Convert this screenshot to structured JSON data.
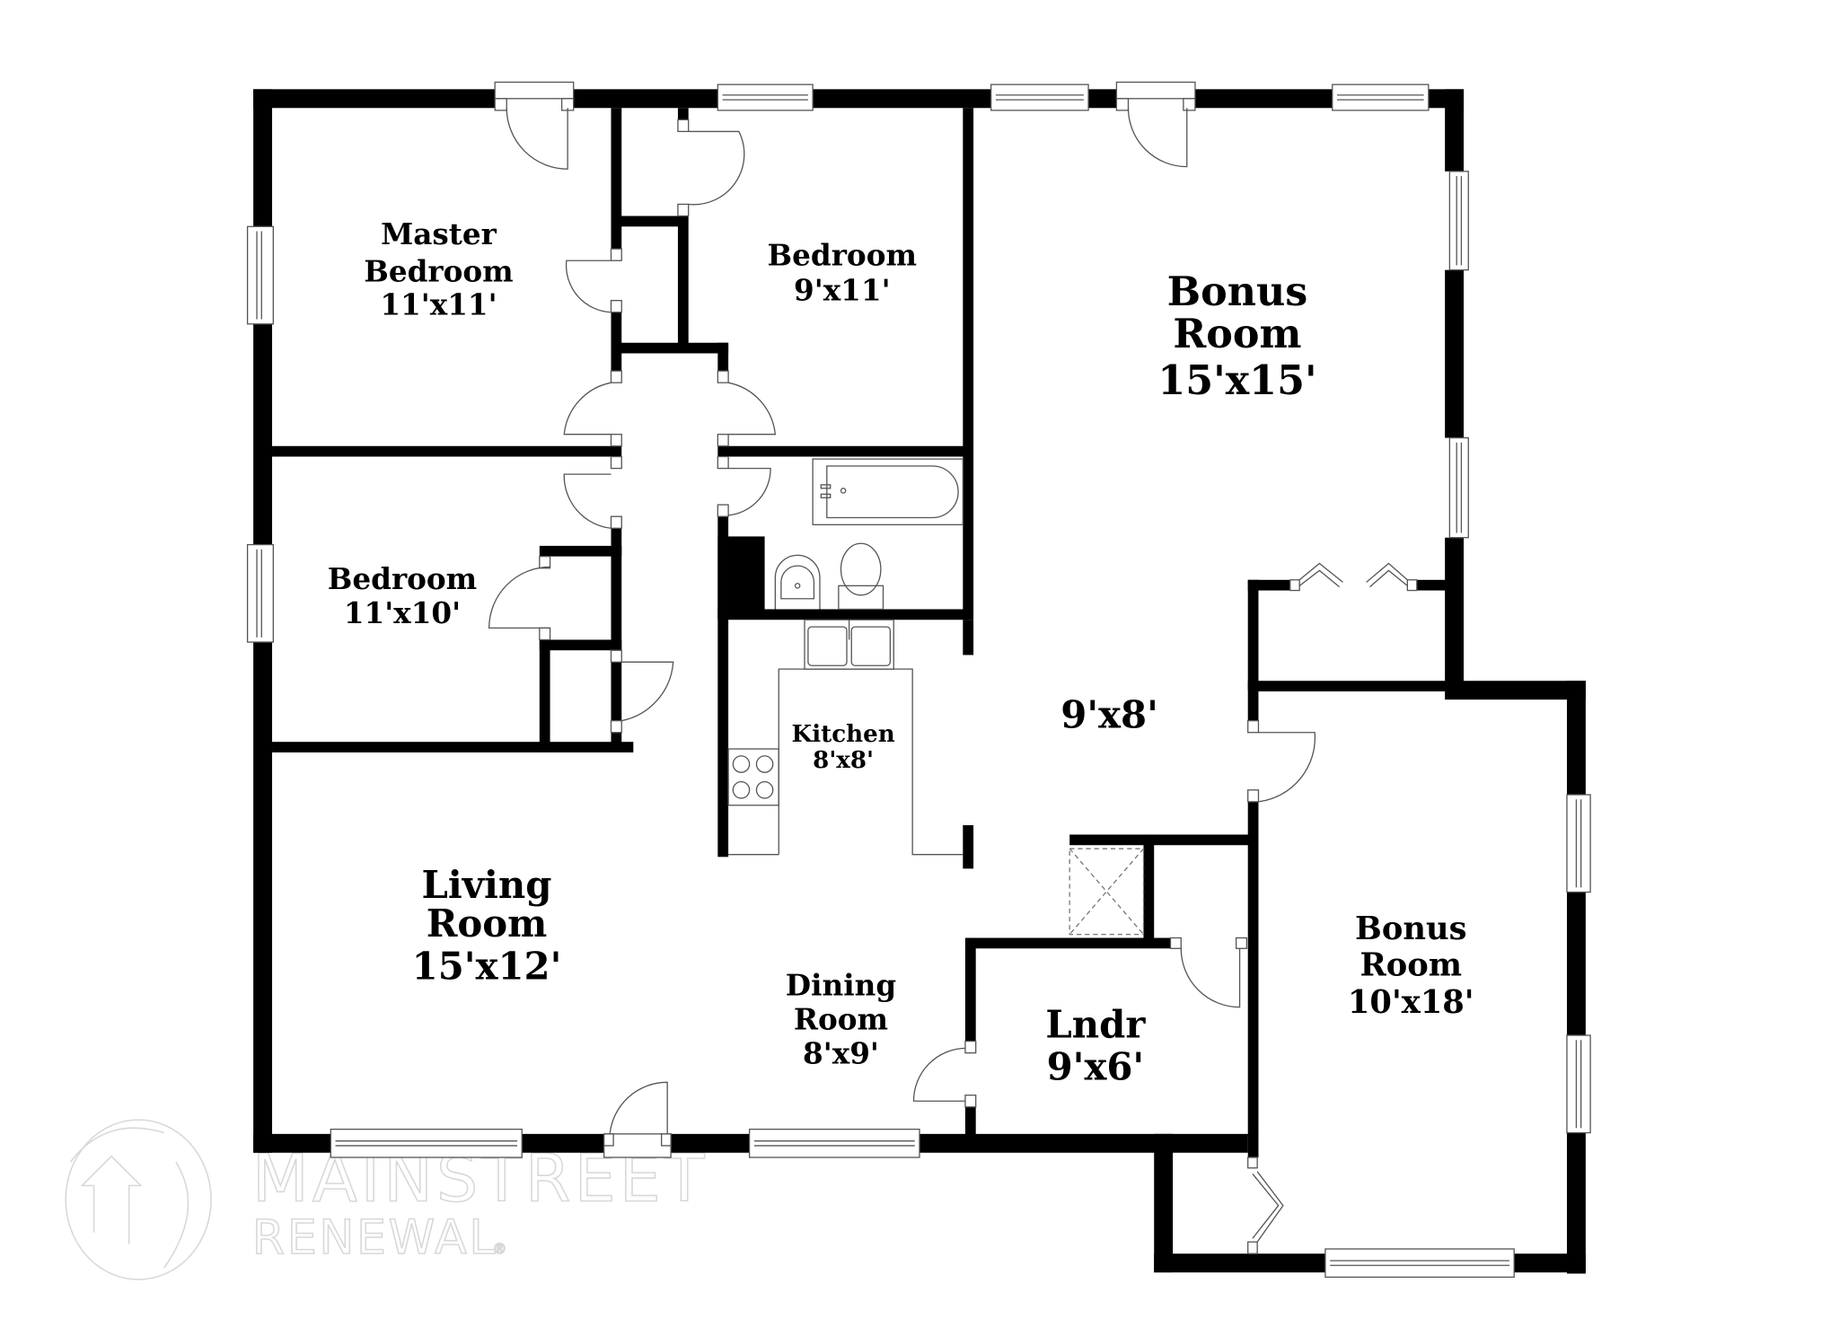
{
  "floorplan": {
    "rooms": [
      {
        "id": "master-bedroom",
        "lines": [
          "Master",
          "Bedroom",
          "11'x11'"
        ],
        "size": "11'x11'"
      },
      {
        "id": "bedroom-2",
        "lines": [
          "Bedroom",
          "9'x11'"
        ],
        "size": "9'x11'"
      },
      {
        "id": "bonus-room-1",
        "lines": [
          "Bonus",
          "Room",
          "15'x15'"
        ],
        "size": "15'x15'"
      },
      {
        "id": "bedroom-3",
        "lines": [
          "Bedroom",
          "11'x10'"
        ],
        "size": "11'x10'"
      },
      {
        "id": "kitchen",
        "lines": [
          "Kitchen",
          "8'x8'"
        ],
        "size": "8'x8'"
      },
      {
        "id": "hall-area",
        "lines": [
          "9'x8'"
        ],
        "size": "9'x8'"
      },
      {
        "id": "living-room",
        "lines": [
          "Living",
          "Room",
          "15'x12'"
        ],
        "size": "15'x12'"
      },
      {
        "id": "dining-room",
        "lines": [
          "Dining",
          "Room",
          "8'x9'"
        ],
        "size": "8'x9'"
      },
      {
        "id": "laundry",
        "lines": [
          "Lndr",
          "9'x6'"
        ],
        "size": "9'x6'"
      },
      {
        "id": "bonus-room-2",
        "lines": [
          "Bonus",
          "Room",
          "10'x18'"
        ],
        "size": "10'x18'"
      }
    ]
  },
  "watermark": {
    "line1": "MAINSTREET",
    "line2": "RENEWAL",
    "mark": "®"
  },
  "colors": {
    "wall": "#000000",
    "background": "#ffffff",
    "watermark": "#d8d8d8"
  }
}
